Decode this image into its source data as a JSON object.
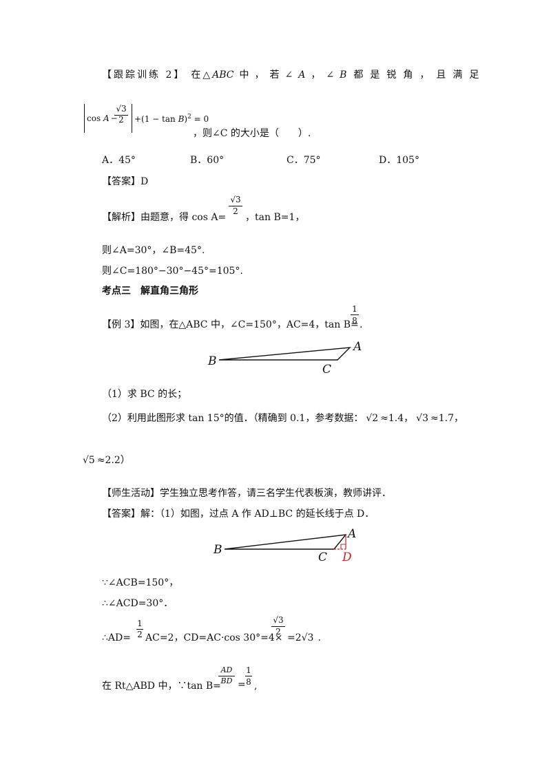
{
  "track": {
    "title": "【跟踪训练 2】",
    "stem_a": "在△",
    "stem_abc": "ABC",
    "stem_b": "中，若∠",
    "stem_A": "A",
    "stem_c": "，∠",
    "stem_B": "B",
    "stem_d": "都是锐角，且满足",
    "eq_cos": "cos",
    "eq_A": "A",
    "eq_minus": "−",
    "eq_sqrt3": "√3",
    "eq_2": "2",
    "eq_plus": "+(1 − tan",
    "eq_B": "B",
    "eq_close": ")",
    "eq_sq": "2",
    "eq_zero": "= 0",
    "ask": "，则∠C 的大小是（　　）.",
    "options": [
      "A．45°",
      "B．60°",
      "C．75°",
      "D．105°"
    ],
    "answer_label": "【答案】D",
    "analysis_a": "【解析】由题意，得 cos A=",
    "analysis_sqrt3": "√3",
    "analysis_2": "2",
    "analysis_b": "，tan B=1，",
    "line1": "则∠A=30°，∠B=45°.",
    "line2": "则∠C=180°−30°−45°=105°."
  },
  "section": {
    "heading": "考点三　解直角三角形"
  },
  "example3": {
    "lead": "【例 3】如图，在△ABC 中，∠C=150°，AC=4，tan B=",
    "frac_num": "1",
    "frac_den": "8",
    "tail": ".",
    "figure": {
      "labels": {
        "A": "A",
        "B": "B",
        "C": "C"
      }
    },
    "q1": "（1）求 BC 的长；",
    "q2": "（2）利用此图形求 tan 15°的值．（精确到 0.1，参考数据：",
    "q2_s2": "√2",
    "q2_v2": "≈1.4，",
    "q2_s3": "√3",
    "q2_v3": "≈1.7，",
    "q2_s5": "√5",
    "q2_v5": "≈2.2）"
  },
  "activity": "【师生活动】学生独立思考作答，请三名学生代表板演，教师讲评．",
  "solution": {
    "intro": "【答案】解：（1）如图，过点 A 作 AD⊥BC 的延长线于点 D．",
    "figure": {
      "labels": {
        "A": "A",
        "B": "B",
        "C": "C",
        "D": "D"
      },
      "accent": "#d42020"
    },
    "s1": "∵∠ACB=150°，",
    "s2": "∴∠ACD=30°．",
    "s3_a": "∴AD=",
    "s3_n1": "1",
    "s3_d1": "2",
    "s3_b": "AC=2，CD=AC·cos 30°=4×",
    "s3_n2": "√3",
    "s3_d2": "2",
    "s3_c": "=2",
    "s3_r3": "√3",
    "s3_end": ".",
    "s4_a": "在 Rt△ABD 中，∵tan B=",
    "s4_n1": "AD",
    "s4_d1": "BD",
    "s4_eq": "=",
    "s4_n2": "1",
    "s4_d2": "8",
    "s4_end": ","
  }
}
